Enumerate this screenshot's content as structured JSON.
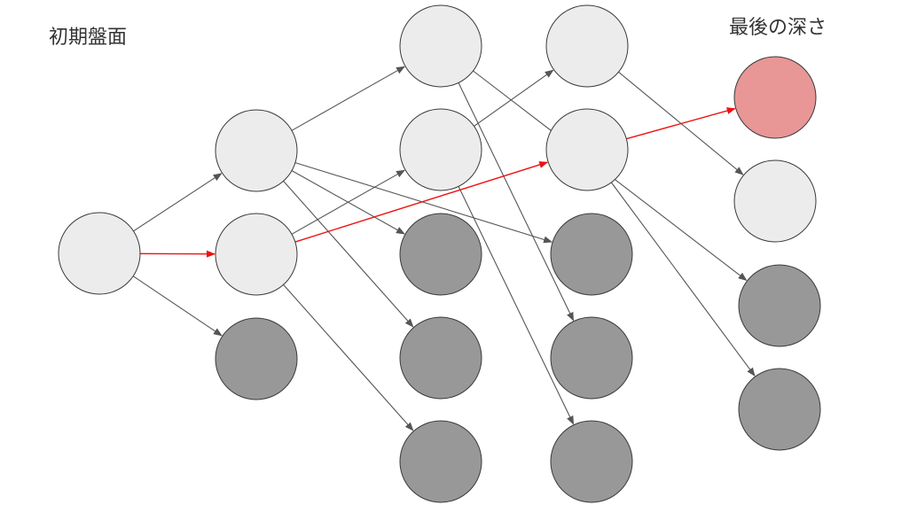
{
  "labels": {
    "start": "初期盤面",
    "end": "最後の深さ"
  },
  "colors": {
    "light_node": "#ececec",
    "dark_node": "#989898",
    "goal_node": "#e89696",
    "node_stroke": "#3a3a3a",
    "edge": "#555555",
    "best_path": "#ee1111"
  },
  "nodes": [
    {
      "id": "root",
      "state": "light"
    },
    {
      "id": "d1-top",
      "state": "light"
    },
    {
      "id": "d1-mid",
      "state": "light"
    },
    {
      "id": "d1-bottom",
      "state": "dark"
    },
    {
      "id": "d2-1",
      "state": "light"
    },
    {
      "id": "d2-2",
      "state": "light"
    },
    {
      "id": "d2-3",
      "state": "dark"
    },
    {
      "id": "d2-4",
      "state": "dark"
    },
    {
      "id": "d2-5",
      "state": "dark"
    },
    {
      "id": "d3-1",
      "state": "light"
    },
    {
      "id": "d3-2",
      "state": "light"
    },
    {
      "id": "d3-3",
      "state": "dark"
    },
    {
      "id": "d3-4",
      "state": "dark"
    },
    {
      "id": "d3-5",
      "state": "dark"
    },
    {
      "id": "d4-1",
      "state": "goal"
    },
    {
      "id": "d4-2",
      "state": "light"
    },
    {
      "id": "d4-3",
      "state": "dark"
    },
    {
      "id": "d4-4",
      "state": "dark"
    }
  ],
  "edges": [
    {
      "from": "root",
      "to": "d1-top",
      "best": false
    },
    {
      "from": "root",
      "to": "d1-mid",
      "best": true
    },
    {
      "from": "root",
      "to": "d1-bottom",
      "best": false
    },
    {
      "from": "d1-top",
      "to": "d2-1",
      "best": false
    },
    {
      "from": "d1-top",
      "to": "d2-3",
      "best": false
    },
    {
      "from": "d1-top",
      "to": "d2-4",
      "best": false
    },
    {
      "from": "d1-top",
      "to": "d3-3",
      "best": false
    },
    {
      "from": "d1-mid",
      "to": "d2-2",
      "best": false
    },
    {
      "from": "d1-mid",
      "to": "d2-5",
      "best": false
    },
    {
      "from": "d1-mid",
      "to": "d3-2",
      "best": true
    },
    {
      "from": "d2-1",
      "to": "d3-4",
      "best": false
    },
    {
      "from": "d2-1",
      "to": "d4-3",
      "best": false
    },
    {
      "from": "d2-2",
      "to": "d3-1",
      "best": false
    },
    {
      "from": "d2-2",
      "to": "d3-5",
      "best": false
    },
    {
      "from": "d3-1",
      "to": "d4-2",
      "best": false
    },
    {
      "from": "d3-2",
      "to": "d4-1",
      "best": true
    },
    {
      "from": "d3-2",
      "to": "d4-4",
      "best": false
    }
  ]
}
